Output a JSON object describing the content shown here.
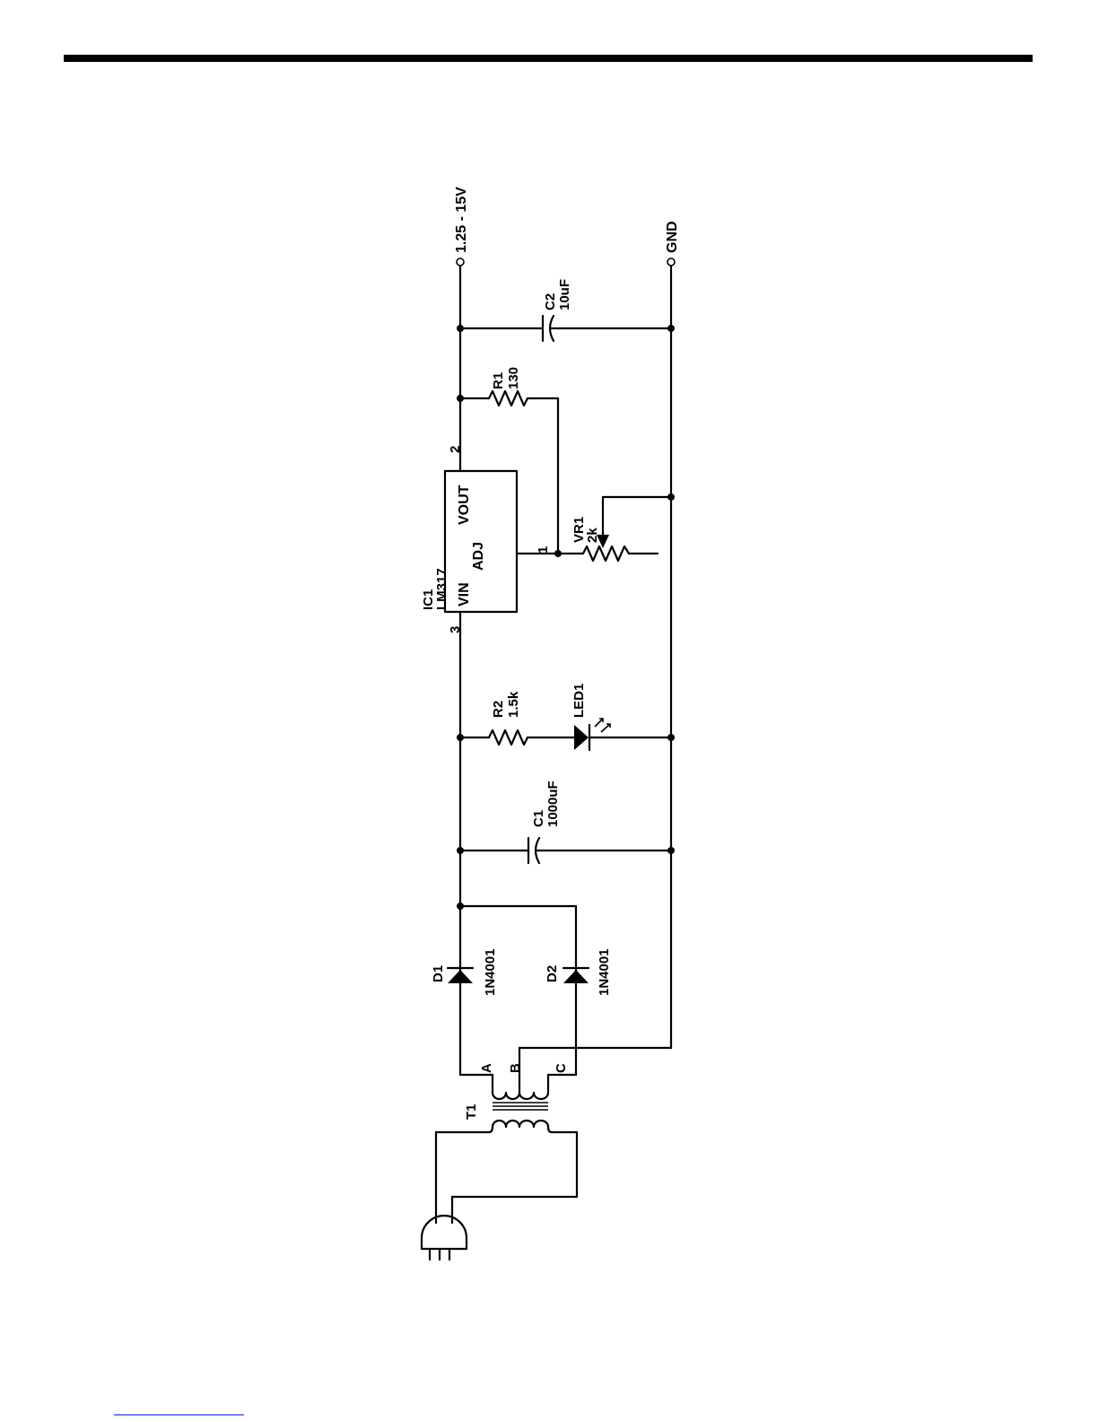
{
  "terminals": {
    "out": "1.25 - 15V",
    "gnd": "GND"
  },
  "components": {
    "c2": {
      "ref": "C2",
      "value": "10uF"
    },
    "r1": {
      "ref": "R1",
      "value": "130"
    },
    "ic1": {
      "ref": "IC1",
      "part": "LM317",
      "vin": "VIN",
      "vout": "VOUT",
      "adj": "ADJ",
      "pin_vin": "3",
      "pin_vout": "2",
      "pin_adj": "1"
    },
    "vr1": {
      "ref": "VR1",
      "value": "2k"
    },
    "r2": {
      "ref": "R2",
      "value": "1.5k"
    },
    "led1": {
      "ref": "LED1"
    },
    "c1": {
      "ref": "C1",
      "value": "1000uF"
    },
    "d1": {
      "ref": "D1",
      "value": "1N4001"
    },
    "d2": {
      "ref": "D2",
      "value": "1N4001"
    },
    "t1": {
      "ref": "T1",
      "tap_a": "A",
      "tap_b": "B",
      "tap_c": "C"
    }
  },
  "colors": {
    "ink": "#000000",
    "footer_rule": "#4a5be0"
  }
}
